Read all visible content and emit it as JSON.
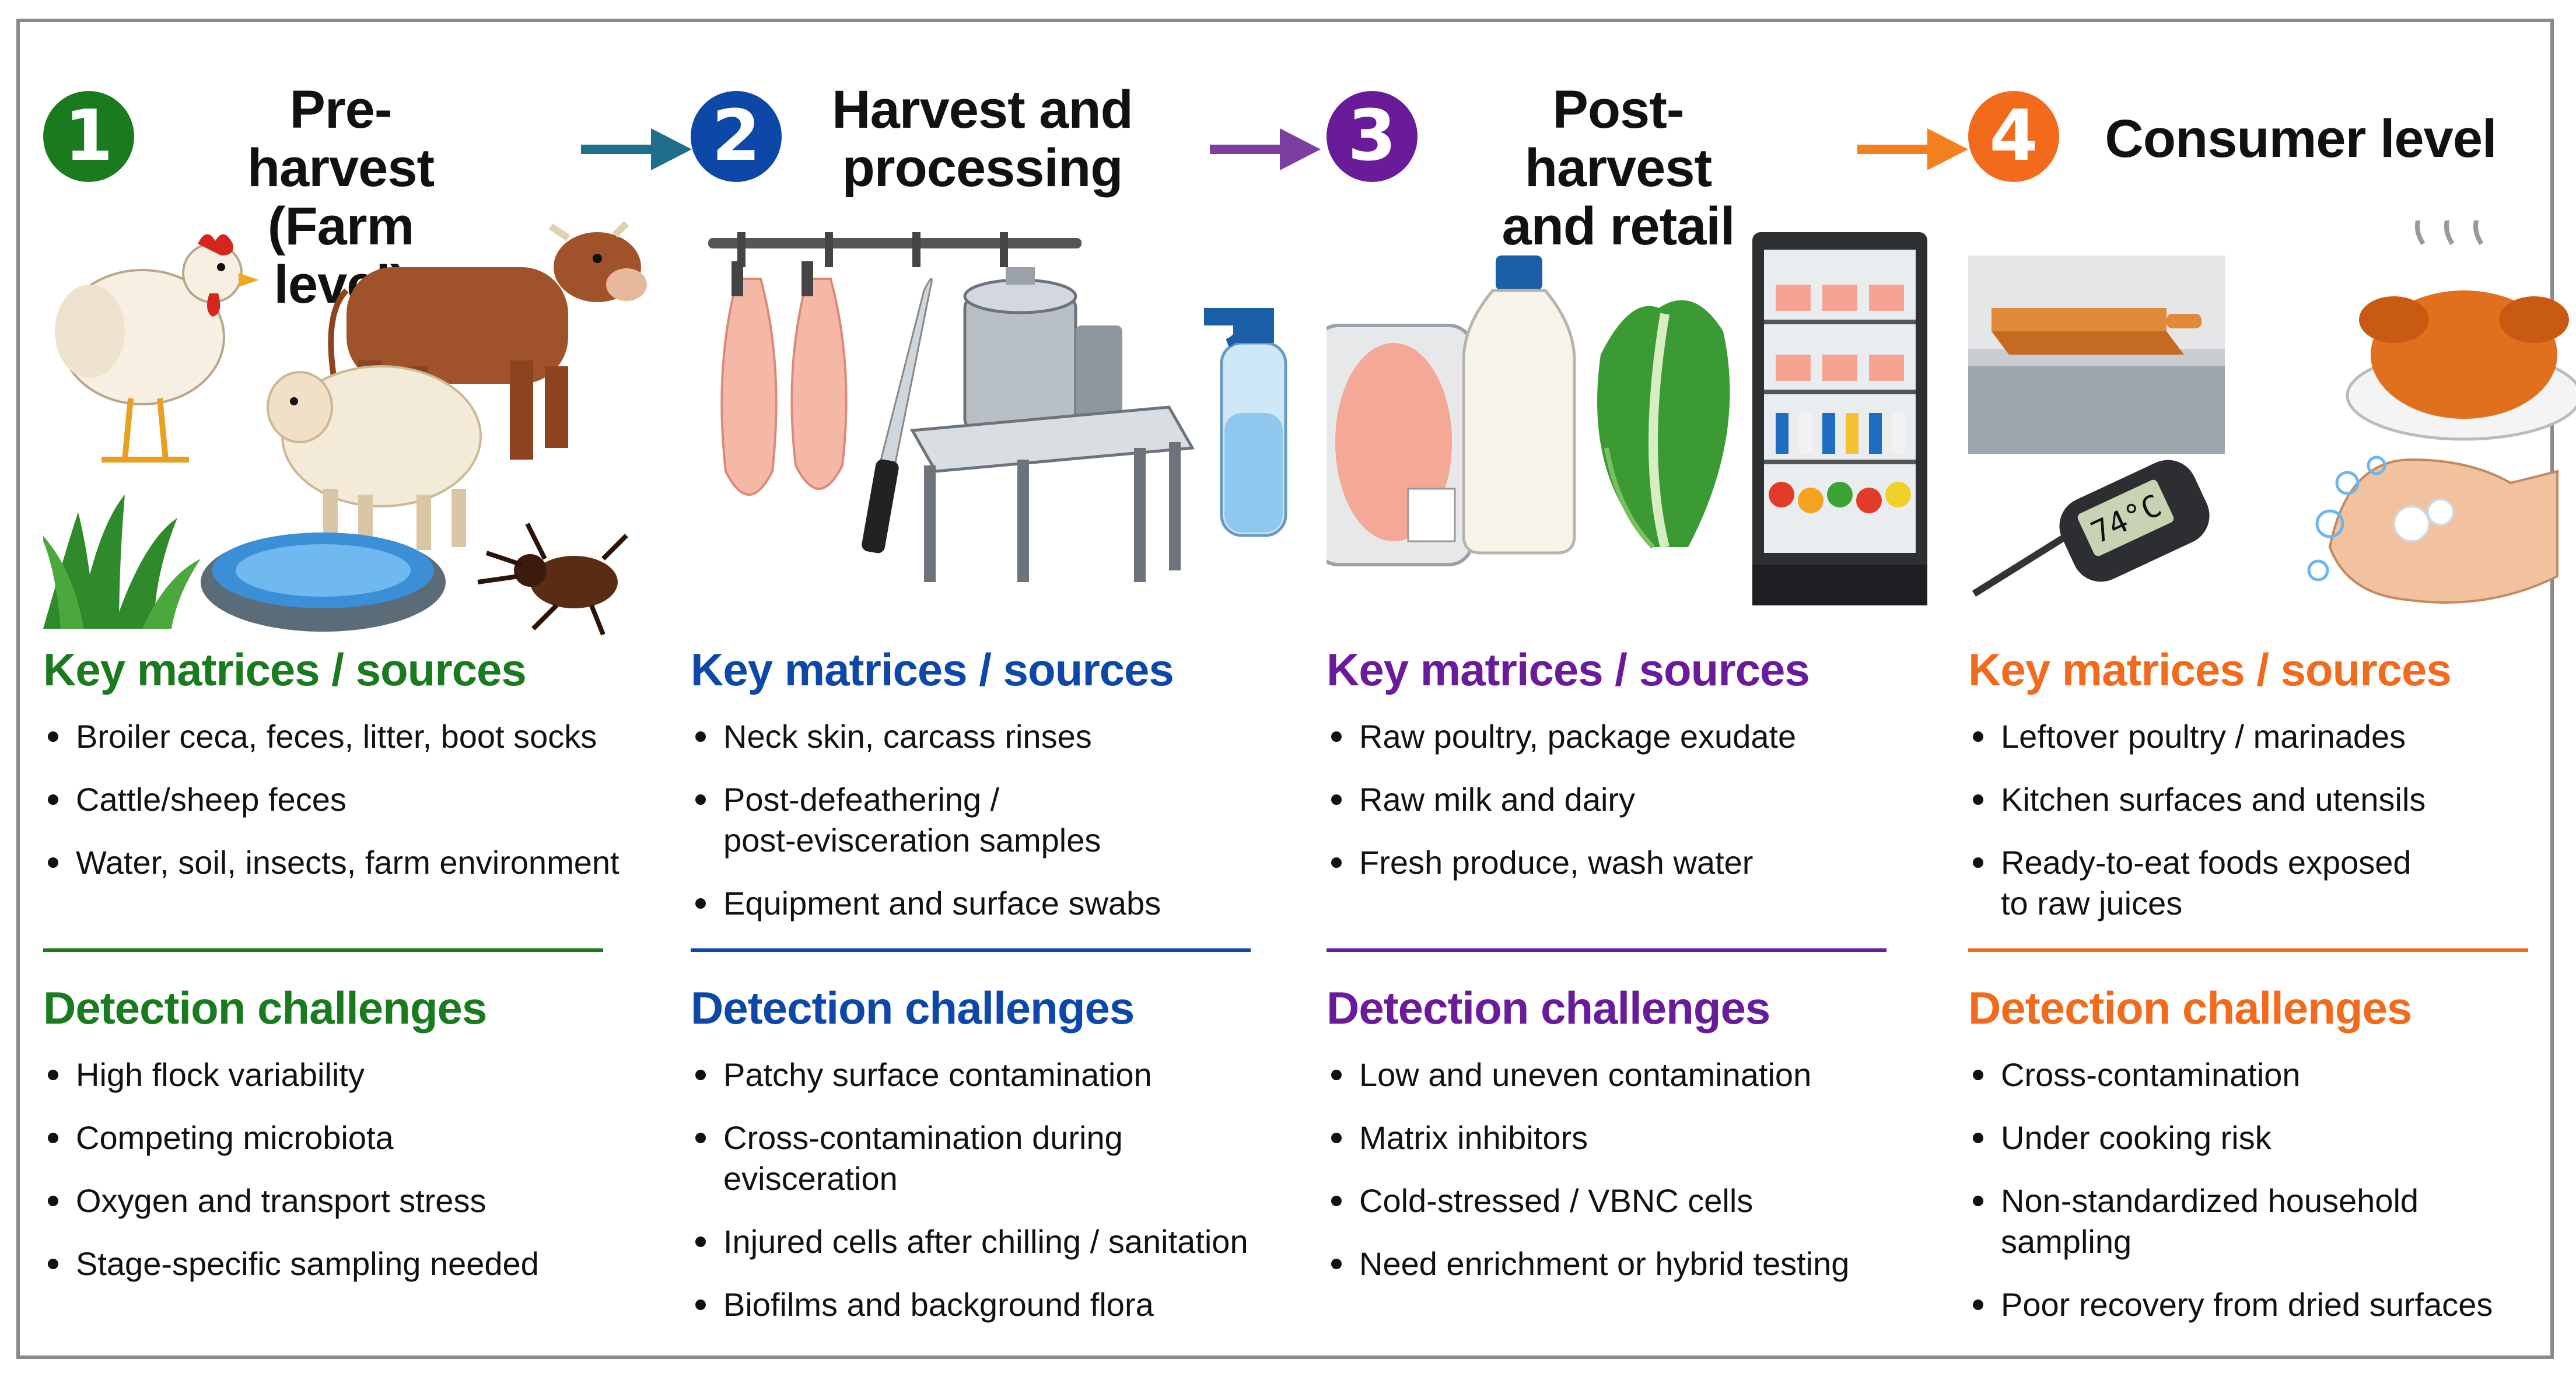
{
  "stages": [
    {
      "number": "1",
      "title_line1": "Pre-harvest",
      "title_line2": "(Farm level)",
      "color": "#1a7a1e",
      "sources_title": "Key matrices / sources",
      "sources": [
        "Broiler ceca, feces, litter, boot socks",
        "Cattle/sheep feces",
        "Water, soil, insects, farm environment"
      ],
      "challenges_title": "Detection challenges",
      "challenges": [
        "High flock variability",
        "Competing microbiota",
        "Oxygen and transport stress",
        "Stage-specific sampling needed"
      ]
    },
    {
      "number": "2",
      "title_line1": "Harvest and",
      "title_line2": "processing",
      "color": "#0d47a8",
      "sources_title": "Key matrices / sources",
      "sources": [
        "Neck skin, carcass rinses",
        "Post-defeathering /\npost-evisceration samples",
        "Equipment and surface swabs"
      ],
      "challenges_title": "Detection challenges",
      "challenges": [
        "Patchy surface contamination",
        "Cross-contamination during\nevisceration",
        "Injured cells after chilling / sanitation",
        "Biofilms and background flora"
      ]
    },
    {
      "number": "3",
      "title_line1": "Post-harvest",
      "title_line2": "and retail",
      "color": "#6a1b9a",
      "sources_title": "Key matrices / sources",
      "sources": [
        "Raw poultry, package exudate",
        "Raw milk and dairy",
        "Fresh produce, wash water"
      ],
      "challenges_title": "Detection challenges",
      "challenges": [
        "Low and uneven contamination",
        "Matrix inhibitors",
        "Cold-stressed / VBNC cells",
        "Need enrichment or hybrid testing"
      ]
    },
    {
      "number": "4",
      "title_line1": "Consumer level",
      "title_line2": "",
      "color": "#f26a1b",
      "sources_title": "Key matrices / sources",
      "sources": [
        "Leftover poultry / marinades",
        "Kitchen surfaces and utensils",
        "Ready-to-eat foods exposed\nto raw juices"
      ],
      "challenges_title": "Detection challenges",
      "challenges": [
        "Cross-contamination",
        "Under cooking risk",
        "Non-standardized household\nsampling",
        "Poor recovery from dried surfaces"
      ]
    }
  ],
  "arrows": [
    {
      "color": "#1f6e8c"
    },
    {
      "color": "#7b3fa0"
    },
    {
      "color": "#f2801f"
    }
  ],
  "thermometer_reading": "74°C"
}
